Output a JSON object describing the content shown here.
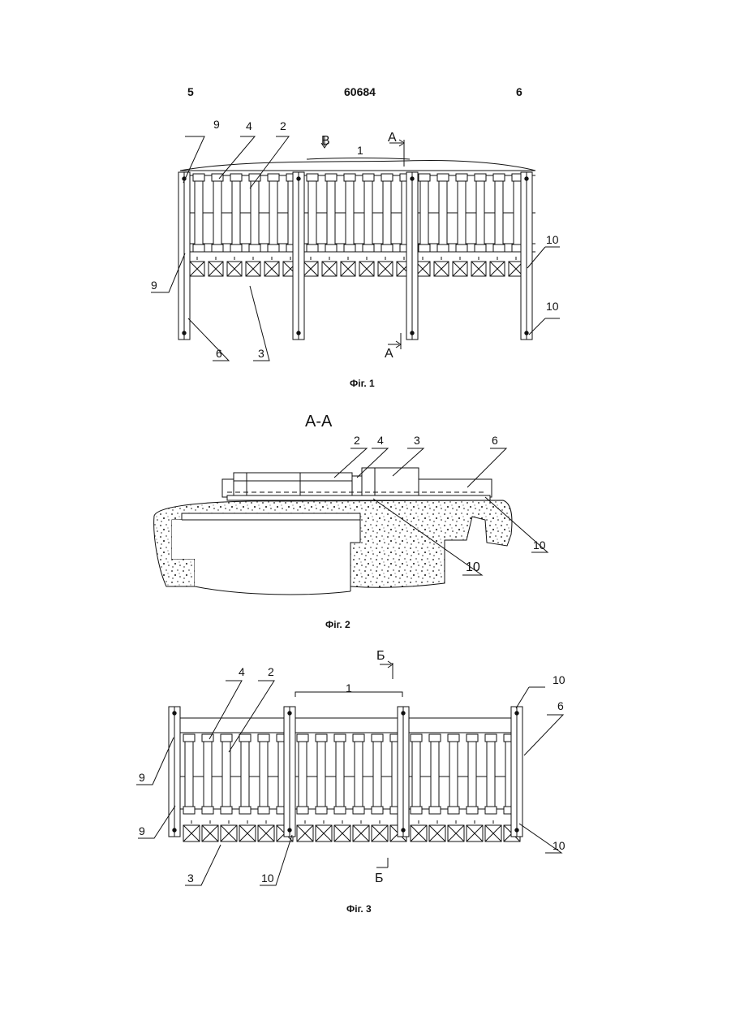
{
  "header": {
    "page_left": "5",
    "patent_number": "60684",
    "page_right": "6"
  },
  "figures": {
    "fig1": {
      "caption": "Фіг. 1",
      "labels": {
        "l9a": "9",
        "l4": "4",
        "l2": "2",
        "lB": "В",
        "lA_top": "А",
        "l1": "1",
        "l9b": "9",
        "l10a": "10",
        "l10b": "10",
        "l6": "6",
        "l3": "3",
        "lA_bot": "А"
      }
    },
    "fig2": {
      "caption": "Фіг. 2",
      "section_title": "А-А",
      "labels": {
        "l2": "2",
        "l4": "4",
        "l3": "3",
        "l6": "6",
        "l10a": "10",
        "l10b": "10"
      }
    },
    "fig3": {
      "caption": "Фіг. 3",
      "labels": {
        "lB_top": "Б",
        "l4": "4",
        "l2": "2",
        "l1": "1",
        "l10a": "10",
        "l6": "6",
        "l9a": "9",
        "l9b": "9",
        "l3": "3",
        "l10b": "10",
        "l10c": "10",
        "lB_bot": "Б"
      }
    }
  },
  "colors": {
    "ink": "#111111",
    "paper": "#ffffff",
    "fill_light": "#f2f2f2"
  }
}
